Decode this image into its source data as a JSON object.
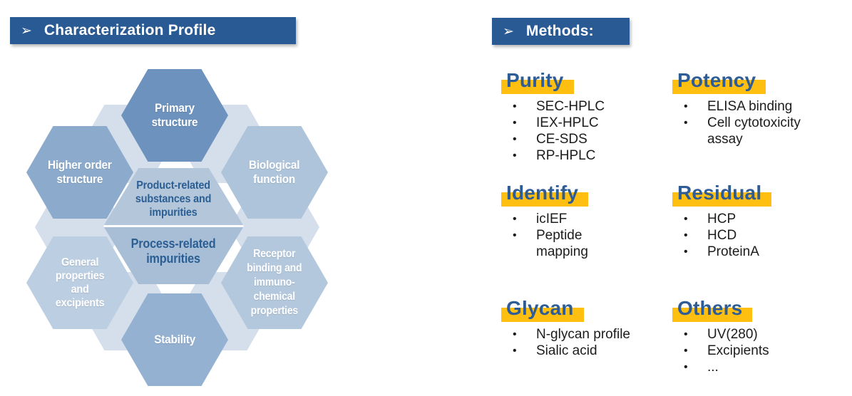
{
  "palette": {
    "bar_blue": "#2a5a94",
    "header_blue": "#2d5c97",
    "gold": "#febf10",
    "text_dark": "#1c1c1c",
    "center_text_blue": "#2b5f94",
    "hex_primary": "#6d92bd",
    "hex_higher": "#8cabcc",
    "hex_biological": "#aec4da",
    "hex_general": "#bccee1",
    "hex_receptor": "#b4c8dd",
    "hex_stability": "#94b1d1",
    "hex_center_top": "#b3c6da",
    "hex_center_bottom": "#a8bed6",
    "hex_connector": "#d4dfeb"
  },
  "characterization": {
    "title": "Characterization Profile",
    "arrow": "➢",
    "hexagons": {
      "primary": {
        "lines": [
          "Primary",
          "structure"
        ]
      },
      "higher": {
        "lines": [
          "Higher order",
          "structure"
        ]
      },
      "biological": {
        "lines": [
          "Biological",
          "function"
        ]
      },
      "general": {
        "lines": [
          "General",
          "properties",
          "and",
          "excipients"
        ]
      },
      "receptor": {
        "lines": [
          "Receptor",
          "binding and",
          "immuno-",
          "chemical",
          "properties"
        ]
      },
      "stability": {
        "lines": [
          "Stability"
        ]
      },
      "center_top": {
        "lines": [
          "Product-related",
          "substances and",
          "impurities"
        ]
      },
      "center_bottom": {
        "lines": [
          "Process-related",
          "impurities"
        ]
      }
    }
  },
  "methods": {
    "title": "Methods:",
    "arrow": "➢",
    "bullet": "•",
    "sections": [
      {
        "title": "Purity",
        "items": [
          {
            "lines": [
              "SEC-HPLC"
            ]
          },
          {
            "lines": [
              "IEX-HPLC"
            ]
          },
          {
            "lines": [
              "CE-SDS"
            ]
          },
          {
            "lines": [
              "RP-HPLC"
            ]
          }
        ]
      },
      {
        "title": "Potency",
        "items": [
          {
            "lines": [
              "ELISA binding"
            ]
          },
          {
            "lines": [
              "Cell cytotoxicity",
              "assay"
            ]
          }
        ]
      },
      {
        "title": "Identify",
        "items": [
          {
            "lines": [
              "icIEF"
            ]
          },
          {
            "lines": [
              "Peptide",
              "mapping"
            ]
          }
        ]
      },
      {
        "title": "Residual",
        "items": [
          {
            "lines": [
              "HCP"
            ]
          },
          {
            "lines": [
              "HCD"
            ]
          },
          {
            "lines": [
              "ProteinA"
            ]
          }
        ]
      },
      {
        "title": "Glycan",
        "items": [
          {
            "lines": [
              "N-glycan profile"
            ]
          },
          {
            "lines": [
              "Sialic acid"
            ]
          }
        ]
      },
      {
        "title": "Others",
        "items": [
          {
            "lines": [
              "UV(280)"
            ]
          },
          {
            "lines": [
              "Excipients"
            ]
          },
          {
            "lines": [
              "..."
            ]
          }
        ]
      }
    ]
  }
}
